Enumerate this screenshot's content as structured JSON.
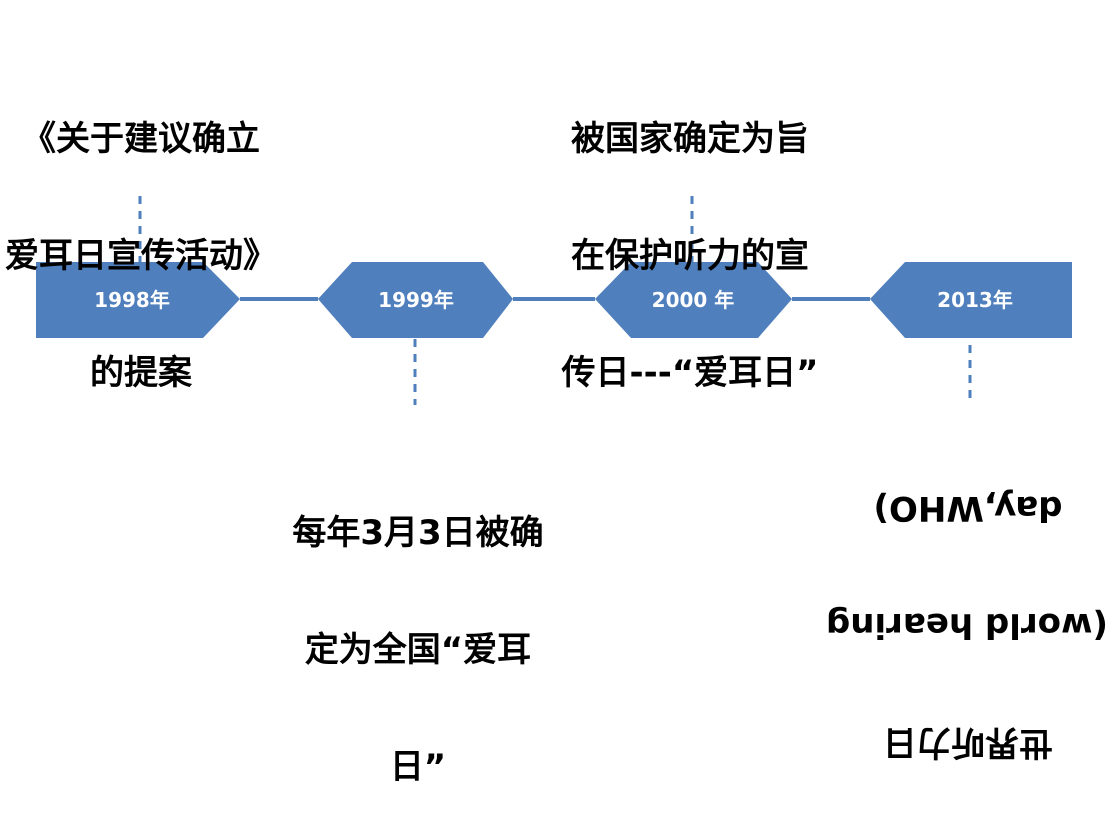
{
  "colors": {
    "node_fill": "#4f7fbd",
    "connector": "#4f7fbd",
    "node_text": "#ffffff",
    "label_text": "#000000"
  },
  "timeline": {
    "nodes": [
      {
        "year": "1998年"
      },
      {
        "year": "1999年"
      },
      {
        "year": "2000 年"
      },
      {
        "year": "2013年"
      }
    ]
  },
  "events": {
    "e1998": {
      "lines": [
        "《关于建议确立",
        "爱耳日宣传活动》",
        "的提案"
      ]
    },
    "e1999": {
      "lines": [
        "每年3月3日被确",
        "定为全国“爱耳",
        "日”"
      ]
    },
    "e2000": {
      "lines": [
        "被国家确定为旨",
        "在保护听力的宣",
        "传日---“爱耳日”"
      ]
    },
    "e2013": {
      "lines": [
        "世界听力日",
        "(world hearing",
        "day,WHO)"
      ]
    }
  }
}
